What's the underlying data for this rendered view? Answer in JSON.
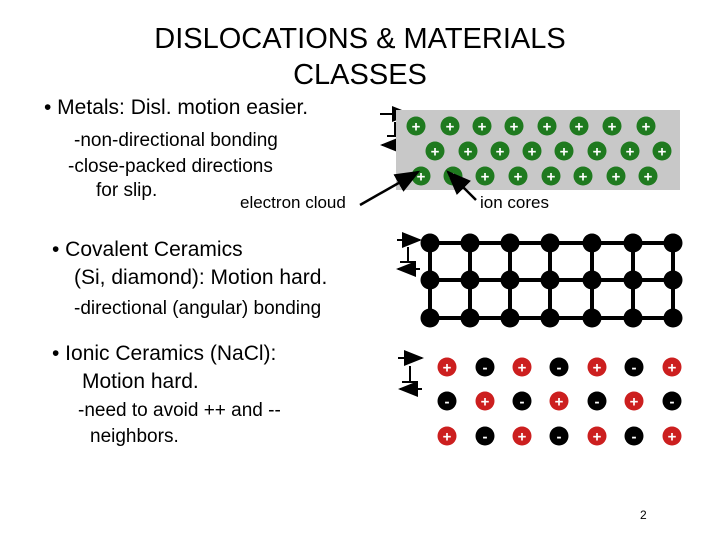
{
  "slide": {
    "title_line1": "DISLOCATIONS & MATERIALS",
    "title_line2": "CLASSES",
    "metals": {
      "bullet": "• Metals:  Disl. motion easier.",
      "line1": "-non-directional bonding",
      "line2": "-close-packed directions",
      "line3": "for slip.",
      "electron_label": "electron cloud",
      "ion_label": "ion cores",
      "ion_symbol": "+"
    },
    "covalent": {
      "bullet": "• Covalent Ceramics",
      "line2": "(Si, diamond):  Motion hard.",
      "line3": "-directional (angular) bonding"
    },
    "ionic": {
      "bullet": "• Ionic Ceramics (NaCl):",
      "line2": "Motion hard.",
      "line3": "-need to avoid ++ and --",
      "line4": "neighbors.",
      "plus_symbol": "+",
      "minus_symbol": "-"
    },
    "page_number": "2",
    "colors": {
      "ion_core": "#1f7a1f",
      "electron_cloud": "#c8c8c8",
      "atom": "#000000",
      "cation": "#cc1f1f",
      "anion": "#000000"
    }
  }
}
